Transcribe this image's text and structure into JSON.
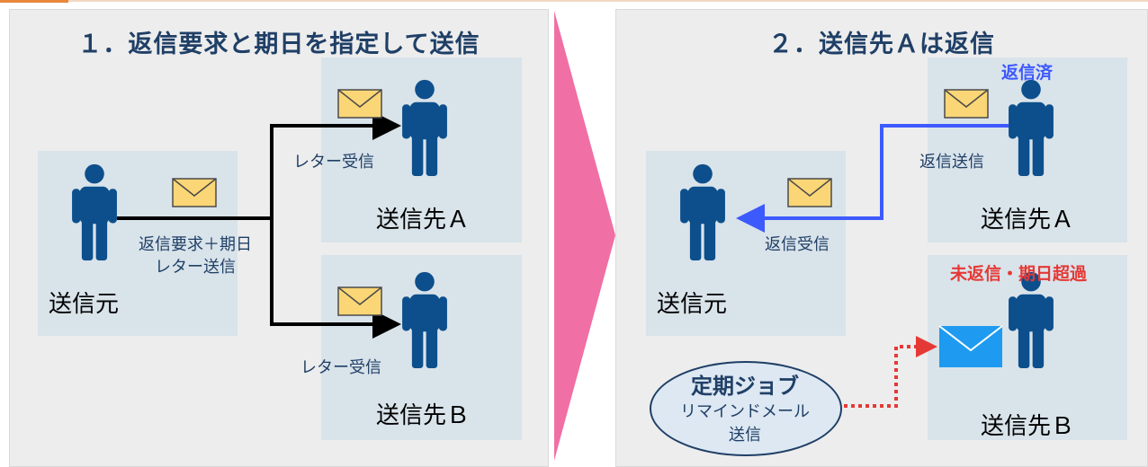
{
  "step1": {
    "title": "１．返信要求と期日を指定して送信",
    "sender": "送信元",
    "recipient_a": "送信先Ａ",
    "recipient_b": "送信先Ｂ",
    "send_action_line1": "返信要求＋期日",
    "send_action_line2": "レター送信",
    "receive_a": "レター受信",
    "receive_b": "レター受信"
  },
  "step2": {
    "title": "２．送信先Ａは返信",
    "sender": "送信元",
    "recipient_a": "送信先Ａ",
    "recipient_b": "送信先Ｂ",
    "replied_badge": "返信済",
    "reply_send": "返信送信",
    "reply_receive": "返信受信",
    "overdue_badge": "未返信・期日超過",
    "job_title": "定期ジョブ",
    "job_action_line1": "リマインドメール",
    "job_action_line2": "送信"
  },
  "colors": {
    "person": "#0c4f8c",
    "arrow_send": "#000000",
    "arrow_reply": "#3d5afe",
    "arrow_remind": "#e53935",
    "replied_text": "#3d5afe",
    "overdue_text": "#e53935",
    "envelope": "#fad676",
    "remind_envelope": "#1e9bf0",
    "transition_chevron": "#f06fa4"
  },
  "icons": [
    "person-icon",
    "envelope-icon"
  ]
}
